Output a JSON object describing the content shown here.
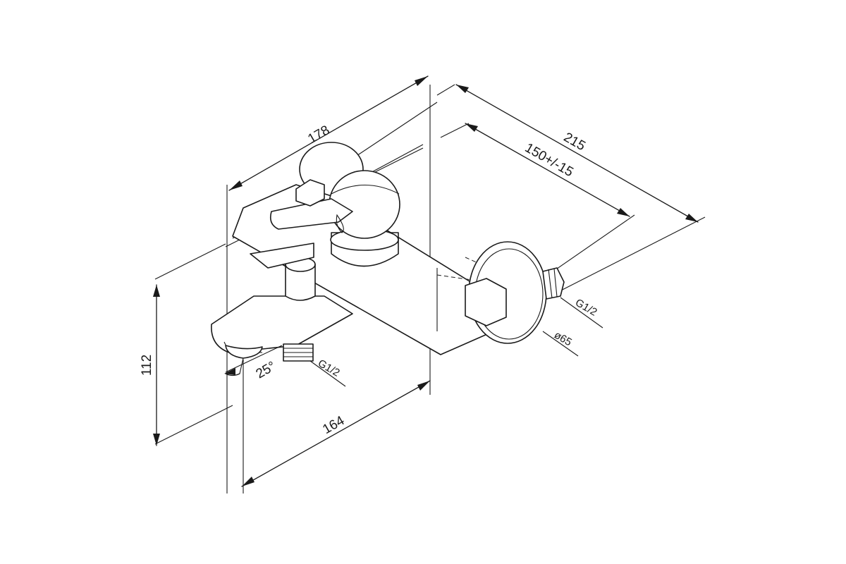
{
  "dimensions": {
    "d178": "178",
    "d215": "215",
    "d150": "150+/-15",
    "d112": "112",
    "d164": "164",
    "angle": "25°",
    "thread_spout": "G1/2",
    "thread_wall": "G1/2",
    "flange_diameter": "ø65"
  },
  "colors": {
    "line": "#1a1a1a",
    "background": "#ffffff"
  }
}
